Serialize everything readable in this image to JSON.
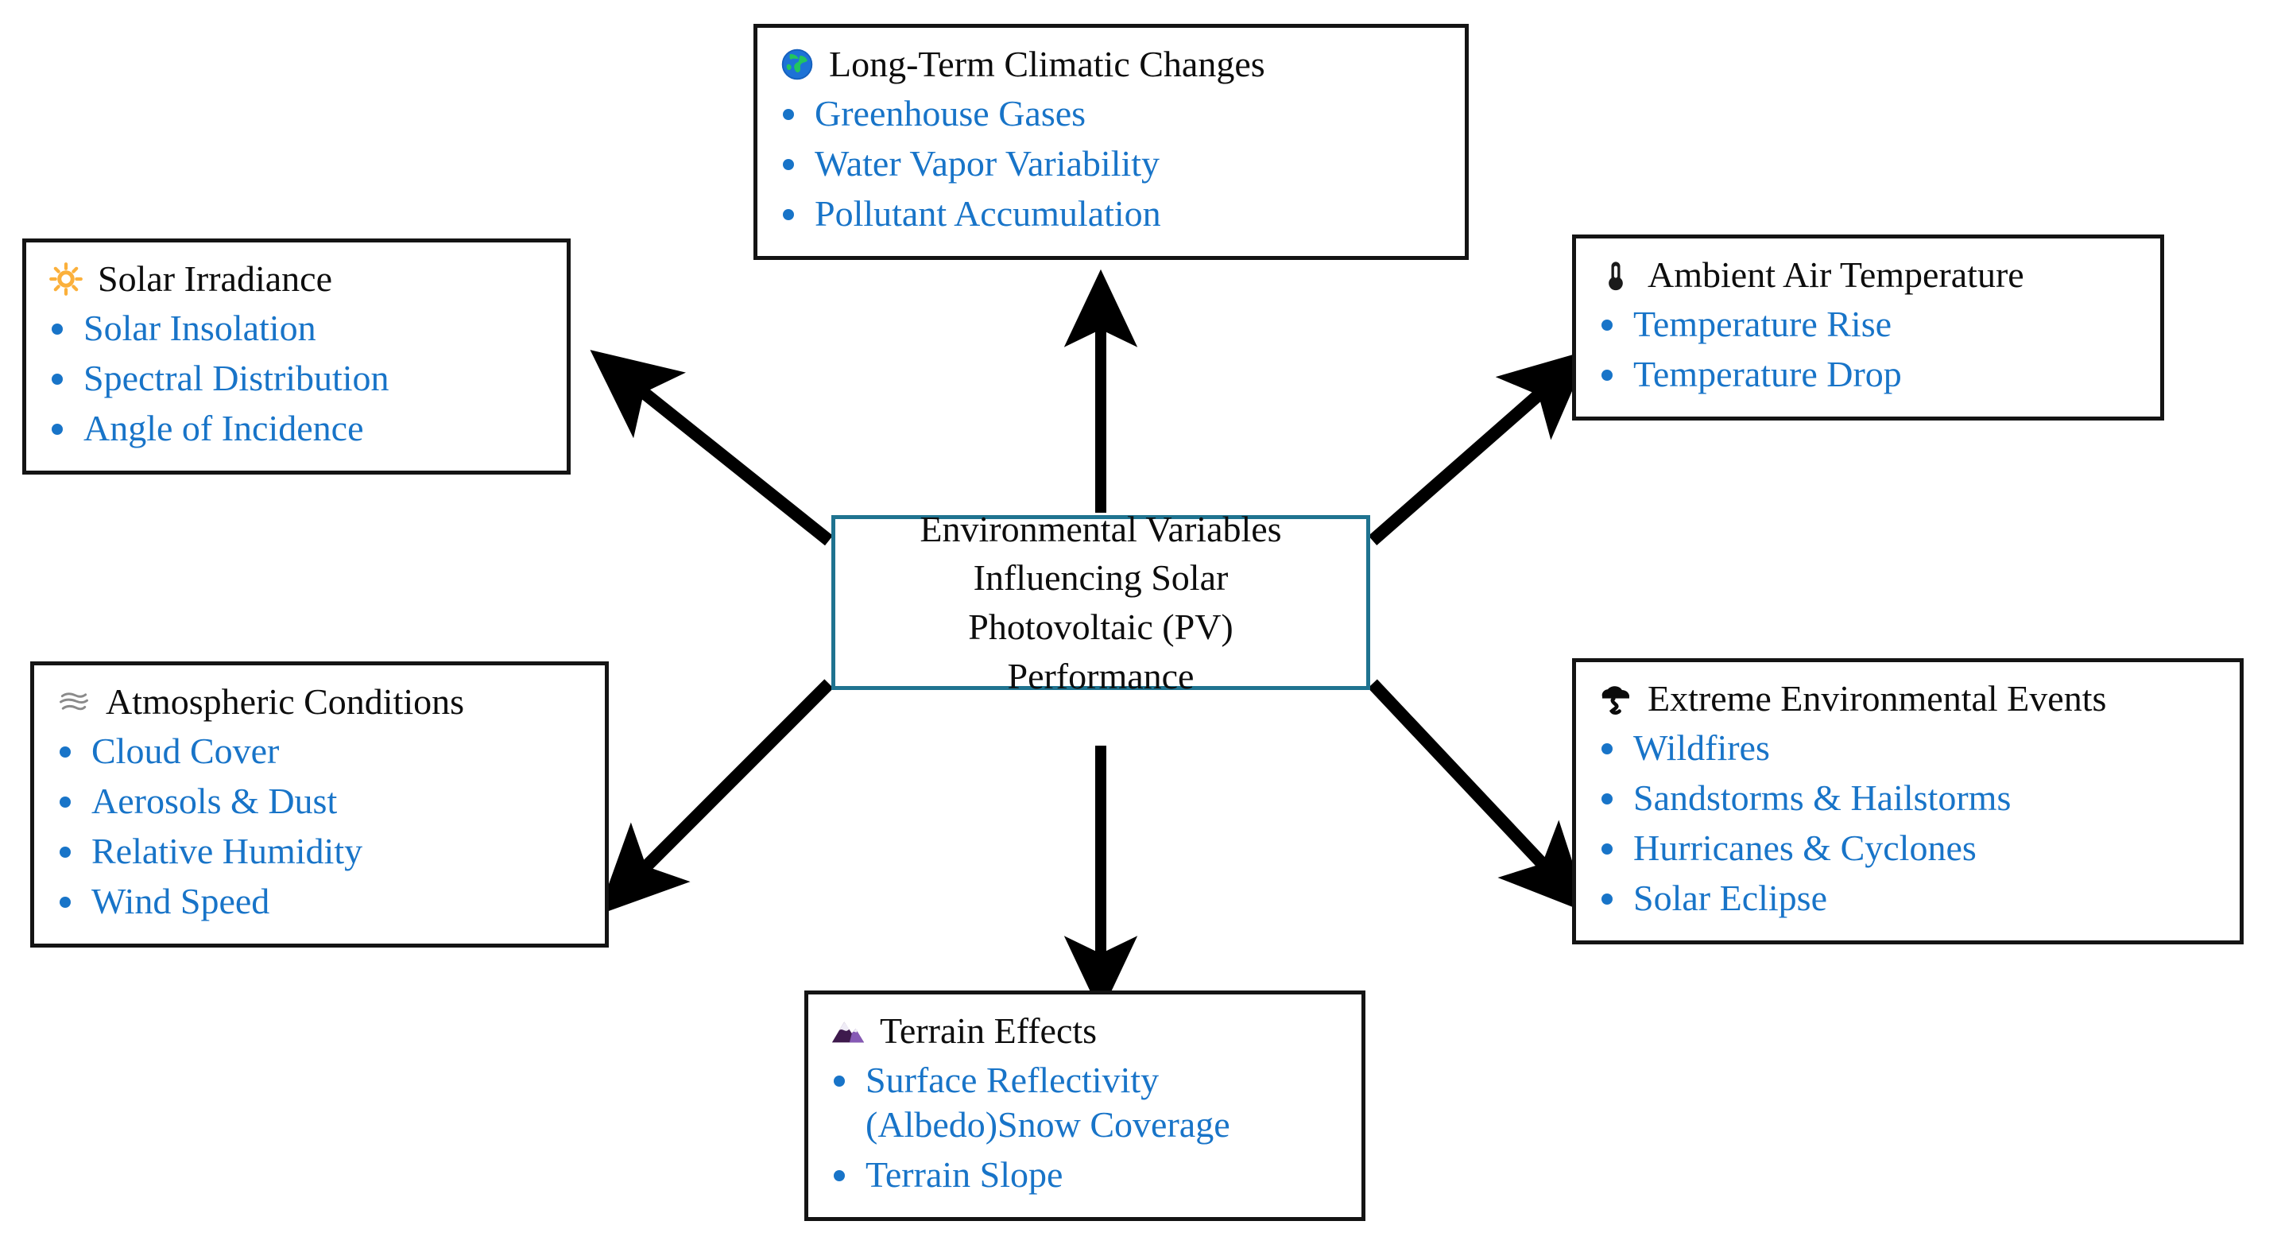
{
  "center": {
    "lines": [
      "Environmental Variables",
      "Influencing Solar",
      "Photovoltaic (PV)",
      "Performance"
    ],
    "border_color": "#1F7390"
  },
  "colors": {
    "heading_text": "#0d0d0d",
    "item_text": "#1874C8",
    "bullet": "#1874C8",
    "box_border": "#141414",
    "center_border": "#1F7390",
    "arrow": "#000000",
    "background": "#ffffff"
  },
  "nodes": [
    {
      "id": "solar-irradiance",
      "icon": "sun-icon",
      "title": "Solar Irradiance",
      "items": [
        "Solar Insolation",
        "Spectral Distribution",
        "Angle of Incidence"
      ]
    },
    {
      "id": "long-term-climatic-changes",
      "icon": "globe-earth-icon",
      "title": "Long-Term Climatic Changes",
      "items": [
        "Greenhouse Gases",
        "Water Vapor Variability",
        "Pollutant Accumulation"
      ]
    },
    {
      "id": "ambient-air-temperature",
      "icon": "thermometer-icon",
      "title": "Ambient Air Temperature",
      "items": [
        "Temperature Rise",
        "Temperature Drop"
      ]
    },
    {
      "id": "atmospheric-conditions",
      "icon": "fog-icon",
      "title": "Atmospheric Conditions",
      "items": [
        "Cloud Cover",
        "Aerosols & Dust",
        "Relative Humidity",
        "Wind Speed"
      ]
    },
    {
      "id": "extreme-environmental-events",
      "icon": "storm-cloud-icon",
      "title": "Extreme Environmental Events",
      "items": [
        "Wildfires",
        "Sandstorms & Hailstorms",
        "Hurricanes & Cyclones",
        "Solar Eclipse"
      ]
    },
    {
      "id": "terrain-effects",
      "icon": "mountain-icon",
      "title": "Terrain Effects",
      "items": [
        "Surface Reflectivity (Albedo)Snow Coverage",
        "Terrain Slope"
      ]
    }
  ],
  "arrows": [
    {
      "id": "arrow-to-solar-irradiance",
      "from": "center",
      "to": "solar-irradiance"
    },
    {
      "id": "arrow-to-long-term-climatic-changes",
      "from": "center",
      "to": "long-term-climatic-changes"
    },
    {
      "id": "arrow-to-ambient-air-temperature",
      "from": "center",
      "to": "ambient-air-temperature"
    },
    {
      "id": "arrow-to-atmospheric-conditions",
      "from": "center",
      "to": "atmospheric-conditions"
    },
    {
      "id": "arrow-to-extreme-environmental-events",
      "from": "center",
      "to": "extreme-environmental-events"
    },
    {
      "id": "arrow-to-terrain-effects",
      "from": "center",
      "to": "terrain-effects"
    }
  ]
}
